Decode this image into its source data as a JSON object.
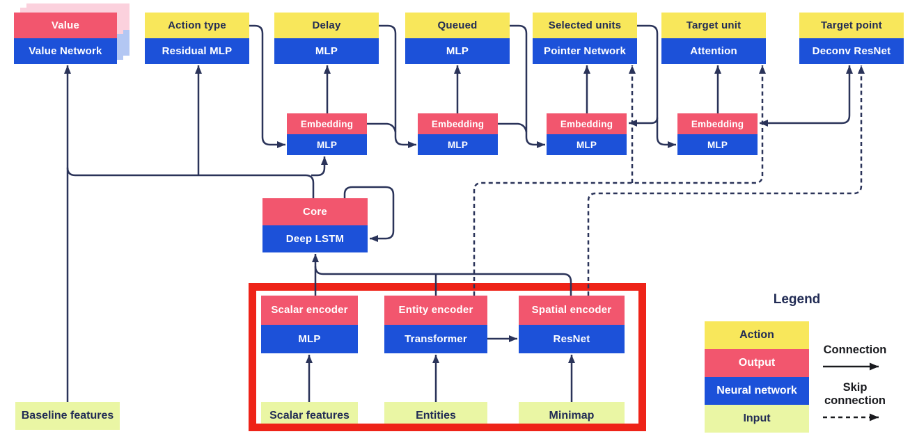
{
  "diagram": {
    "heads": [
      {
        "action": "Value",
        "network": "Value Network"
      },
      {
        "action": "Action type",
        "network": "Residual MLP"
      },
      {
        "action": "Delay",
        "network": "MLP"
      },
      {
        "action": "Queued",
        "network": "MLP"
      },
      {
        "action": "Selected units",
        "network": "Pointer Network"
      },
      {
        "action": "Target unit",
        "network": "Attention"
      },
      {
        "action": "Target point",
        "network": "Deconv ResNet"
      }
    ],
    "embeddings": [
      {
        "top": "Embedding",
        "bottom": "MLP"
      },
      {
        "top": "Embedding",
        "bottom": "MLP"
      },
      {
        "top": "Embedding",
        "bottom": "MLP"
      },
      {
        "top": "Embedding",
        "bottom": "MLP"
      }
    ],
    "core": {
      "top": "Core",
      "bottom": "Deep LSTM"
    },
    "encoders": [
      {
        "top": "Scalar encoder",
        "bottom": "MLP"
      },
      {
        "top": "Entity encoder",
        "bottom": "Transformer"
      },
      {
        "top": "Spatial encoder",
        "bottom": "ResNet"
      }
    ],
    "inputs": {
      "baseline": "Baseline features",
      "scalar": "Scalar features",
      "entities": "Entities",
      "minimap": "Minimap"
    },
    "legend": {
      "title": "Legend",
      "items": [
        {
          "label": "Action"
        },
        {
          "label": "Output"
        },
        {
          "label": "Neural network"
        },
        {
          "label": "Input"
        }
      ],
      "connection_label": "Connection",
      "skip_connection_label": "Skip connection"
    }
  },
  "colors": {
    "action_yellow": "#f8e75b",
    "output_pink": "#f2566e",
    "network_blue": "#1c51d9",
    "input_green": "#eaf6a4",
    "stack_pink_light": "#fbd1dd",
    "stack_blue_light": "#b3c7f3",
    "wire_navy": "#2a3359",
    "highlight_red": "#ee2318",
    "text_navy": "#222c55"
  }
}
